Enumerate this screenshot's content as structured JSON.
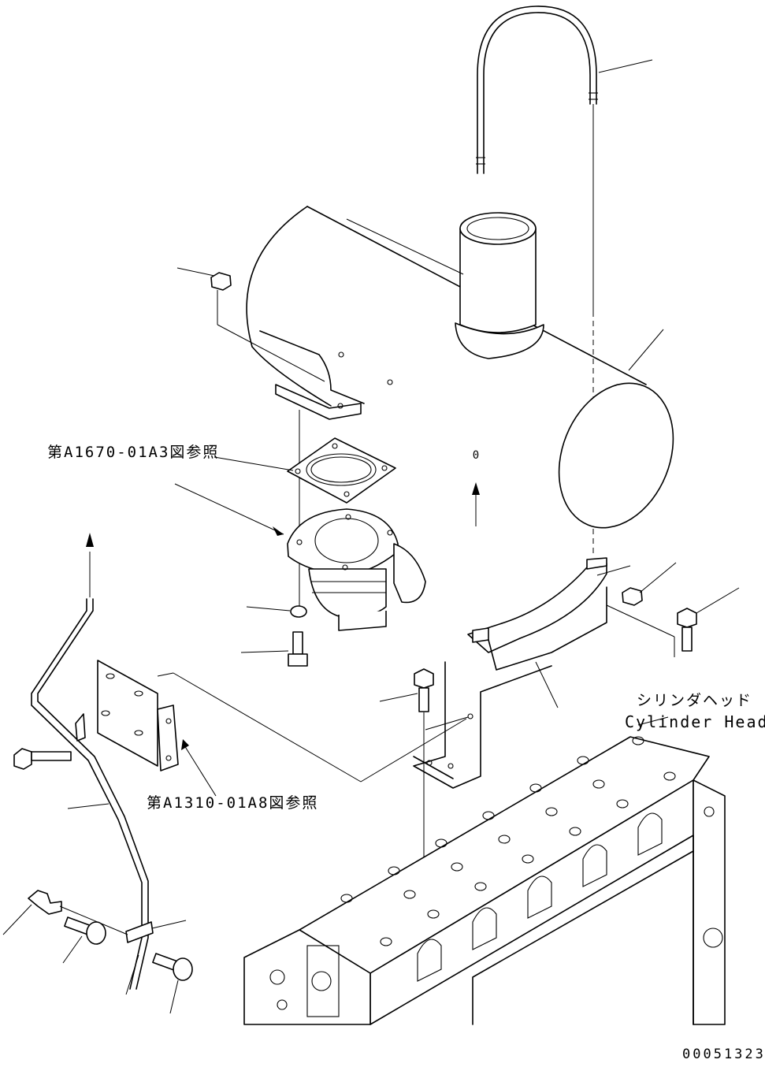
{
  "labels": {
    "ref_muffler": "第A1670-01A3図参照",
    "ref_bracket": "第A1310-01A8図参照",
    "cylinder_head_jp": "シリンダヘッド",
    "cylinder_head_en": "Cylinder Head",
    "drawing_number": "00051323"
  },
  "colors": {
    "line": "#000000",
    "background": "#ffffff"
  }
}
